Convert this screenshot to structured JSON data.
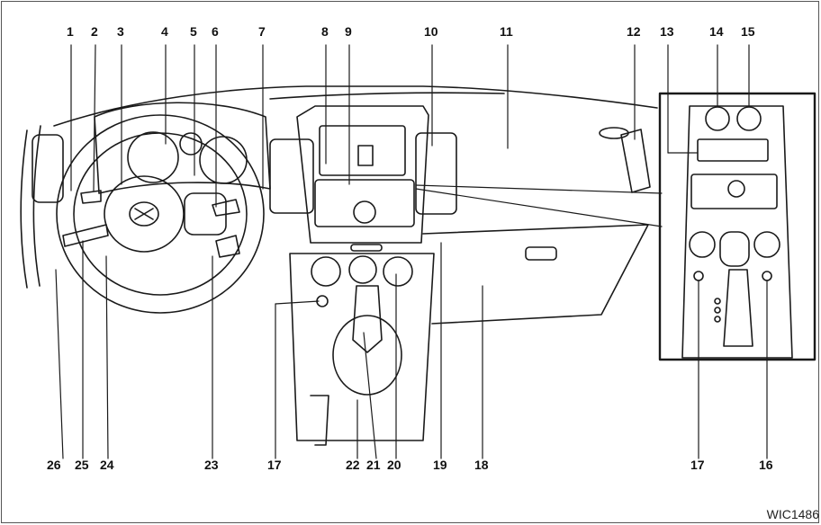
{
  "callouts": {
    "n1": "1",
    "n2": "2",
    "n3": "3",
    "n4": "4",
    "n5": "5",
    "n6": "6",
    "n7": "7",
    "n8": "8",
    "n9": "9",
    "n10": "10",
    "n11": "11",
    "n12": "12",
    "n13": "13",
    "n14": "14",
    "n15": "15",
    "n16": "16",
    "n17a": "17",
    "n17b": "17",
    "n18": "18",
    "n19": "19",
    "n20": "20",
    "n21": "21",
    "n22": "22",
    "n23": "23",
    "n24": "24",
    "n25": "25",
    "n26": "26"
  },
  "figure_code": "WIC1486",
  "colors": {
    "line": "#1a1a1a",
    "vent": "#555555"
  }
}
